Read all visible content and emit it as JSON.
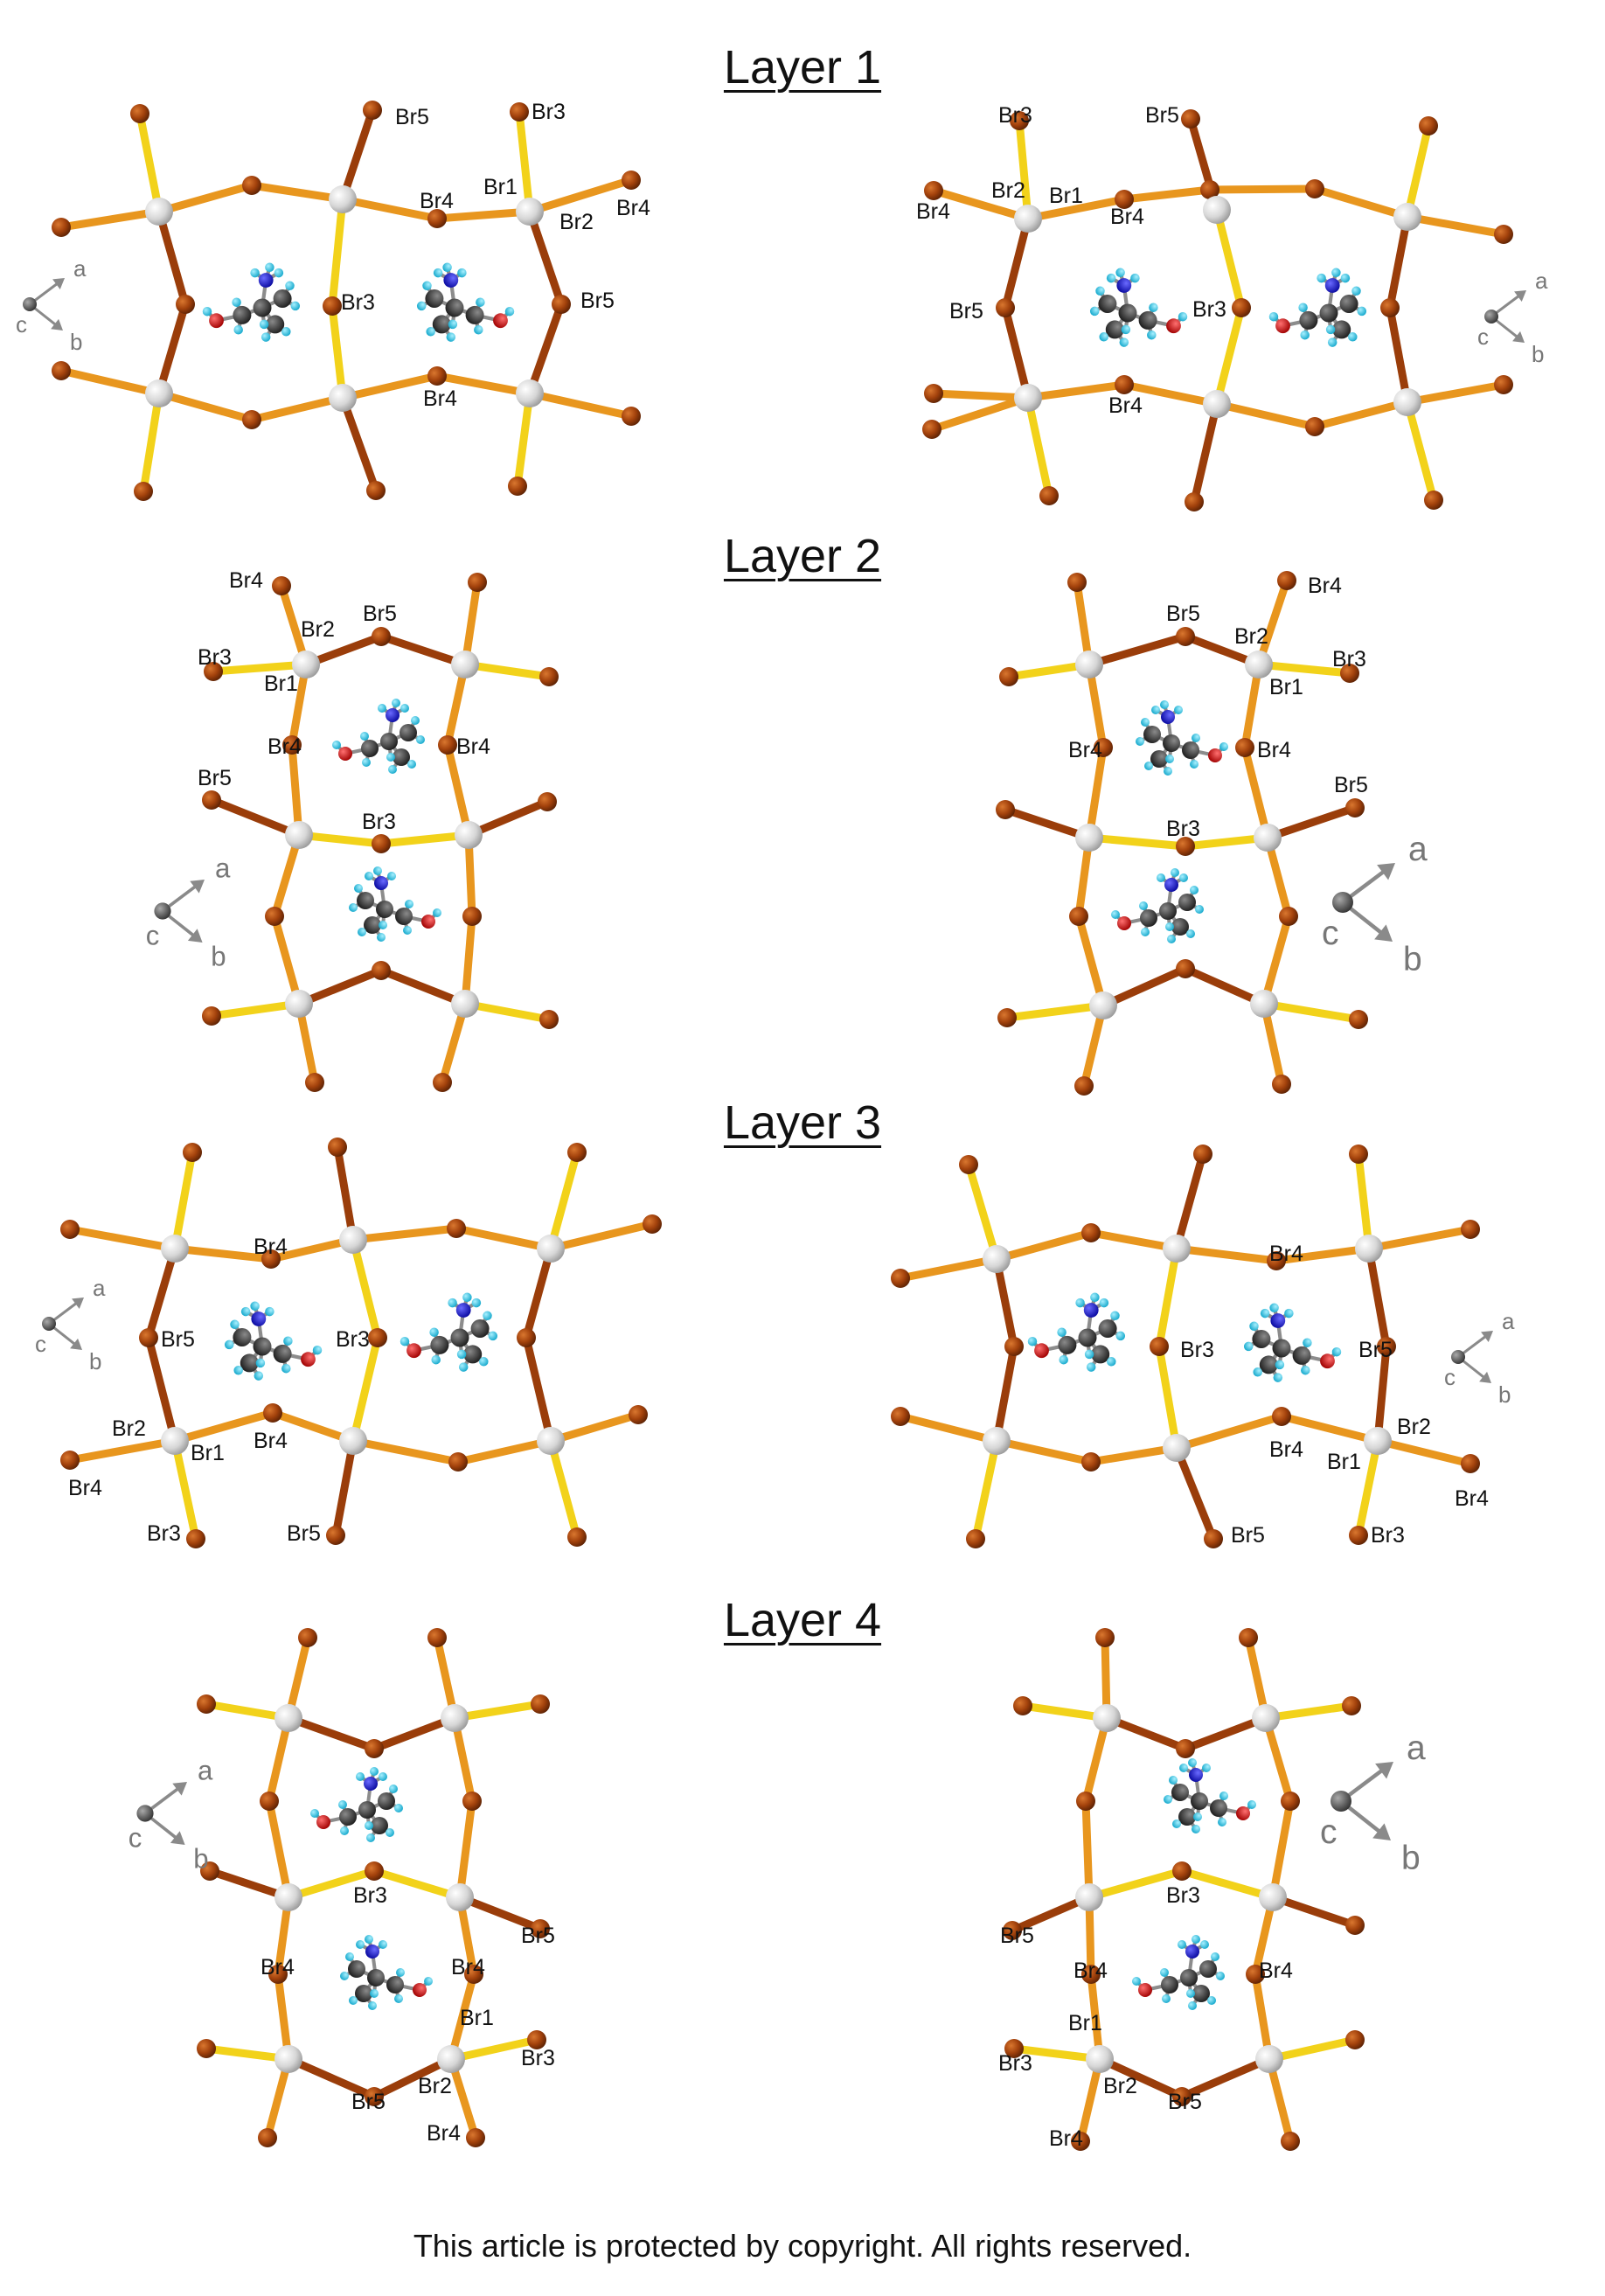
{
  "layers": [
    {
      "title": "Layer 1"
    },
    {
      "title": "Layer 2"
    },
    {
      "title": "Layer 3"
    },
    {
      "title": "Layer 4"
    }
  ],
  "axis_labels": {
    "a": "a",
    "b": "b",
    "c": "c"
  },
  "atom_labels": {
    "br1": "Br1",
    "br2": "Br2",
    "br3": "Br3",
    "br4": "Br4",
    "br5": "Br5"
  },
  "footer": "This article is protected by copyright. All rights reserved.",
  "colors": {
    "bromine": "#9a3d0a",
    "metal": "#dcdcdc",
    "bond_orange": "#e8961e",
    "bond_brown": "#9a3d0a",
    "bond_yellow": "#f2d21a",
    "carbon": "#3a3a3a",
    "nitrogen": "#1a1ad6",
    "oxygen": "#e01010",
    "hydrogen": "#2ec4e6",
    "axis": "#8a8a8a"
  }
}
